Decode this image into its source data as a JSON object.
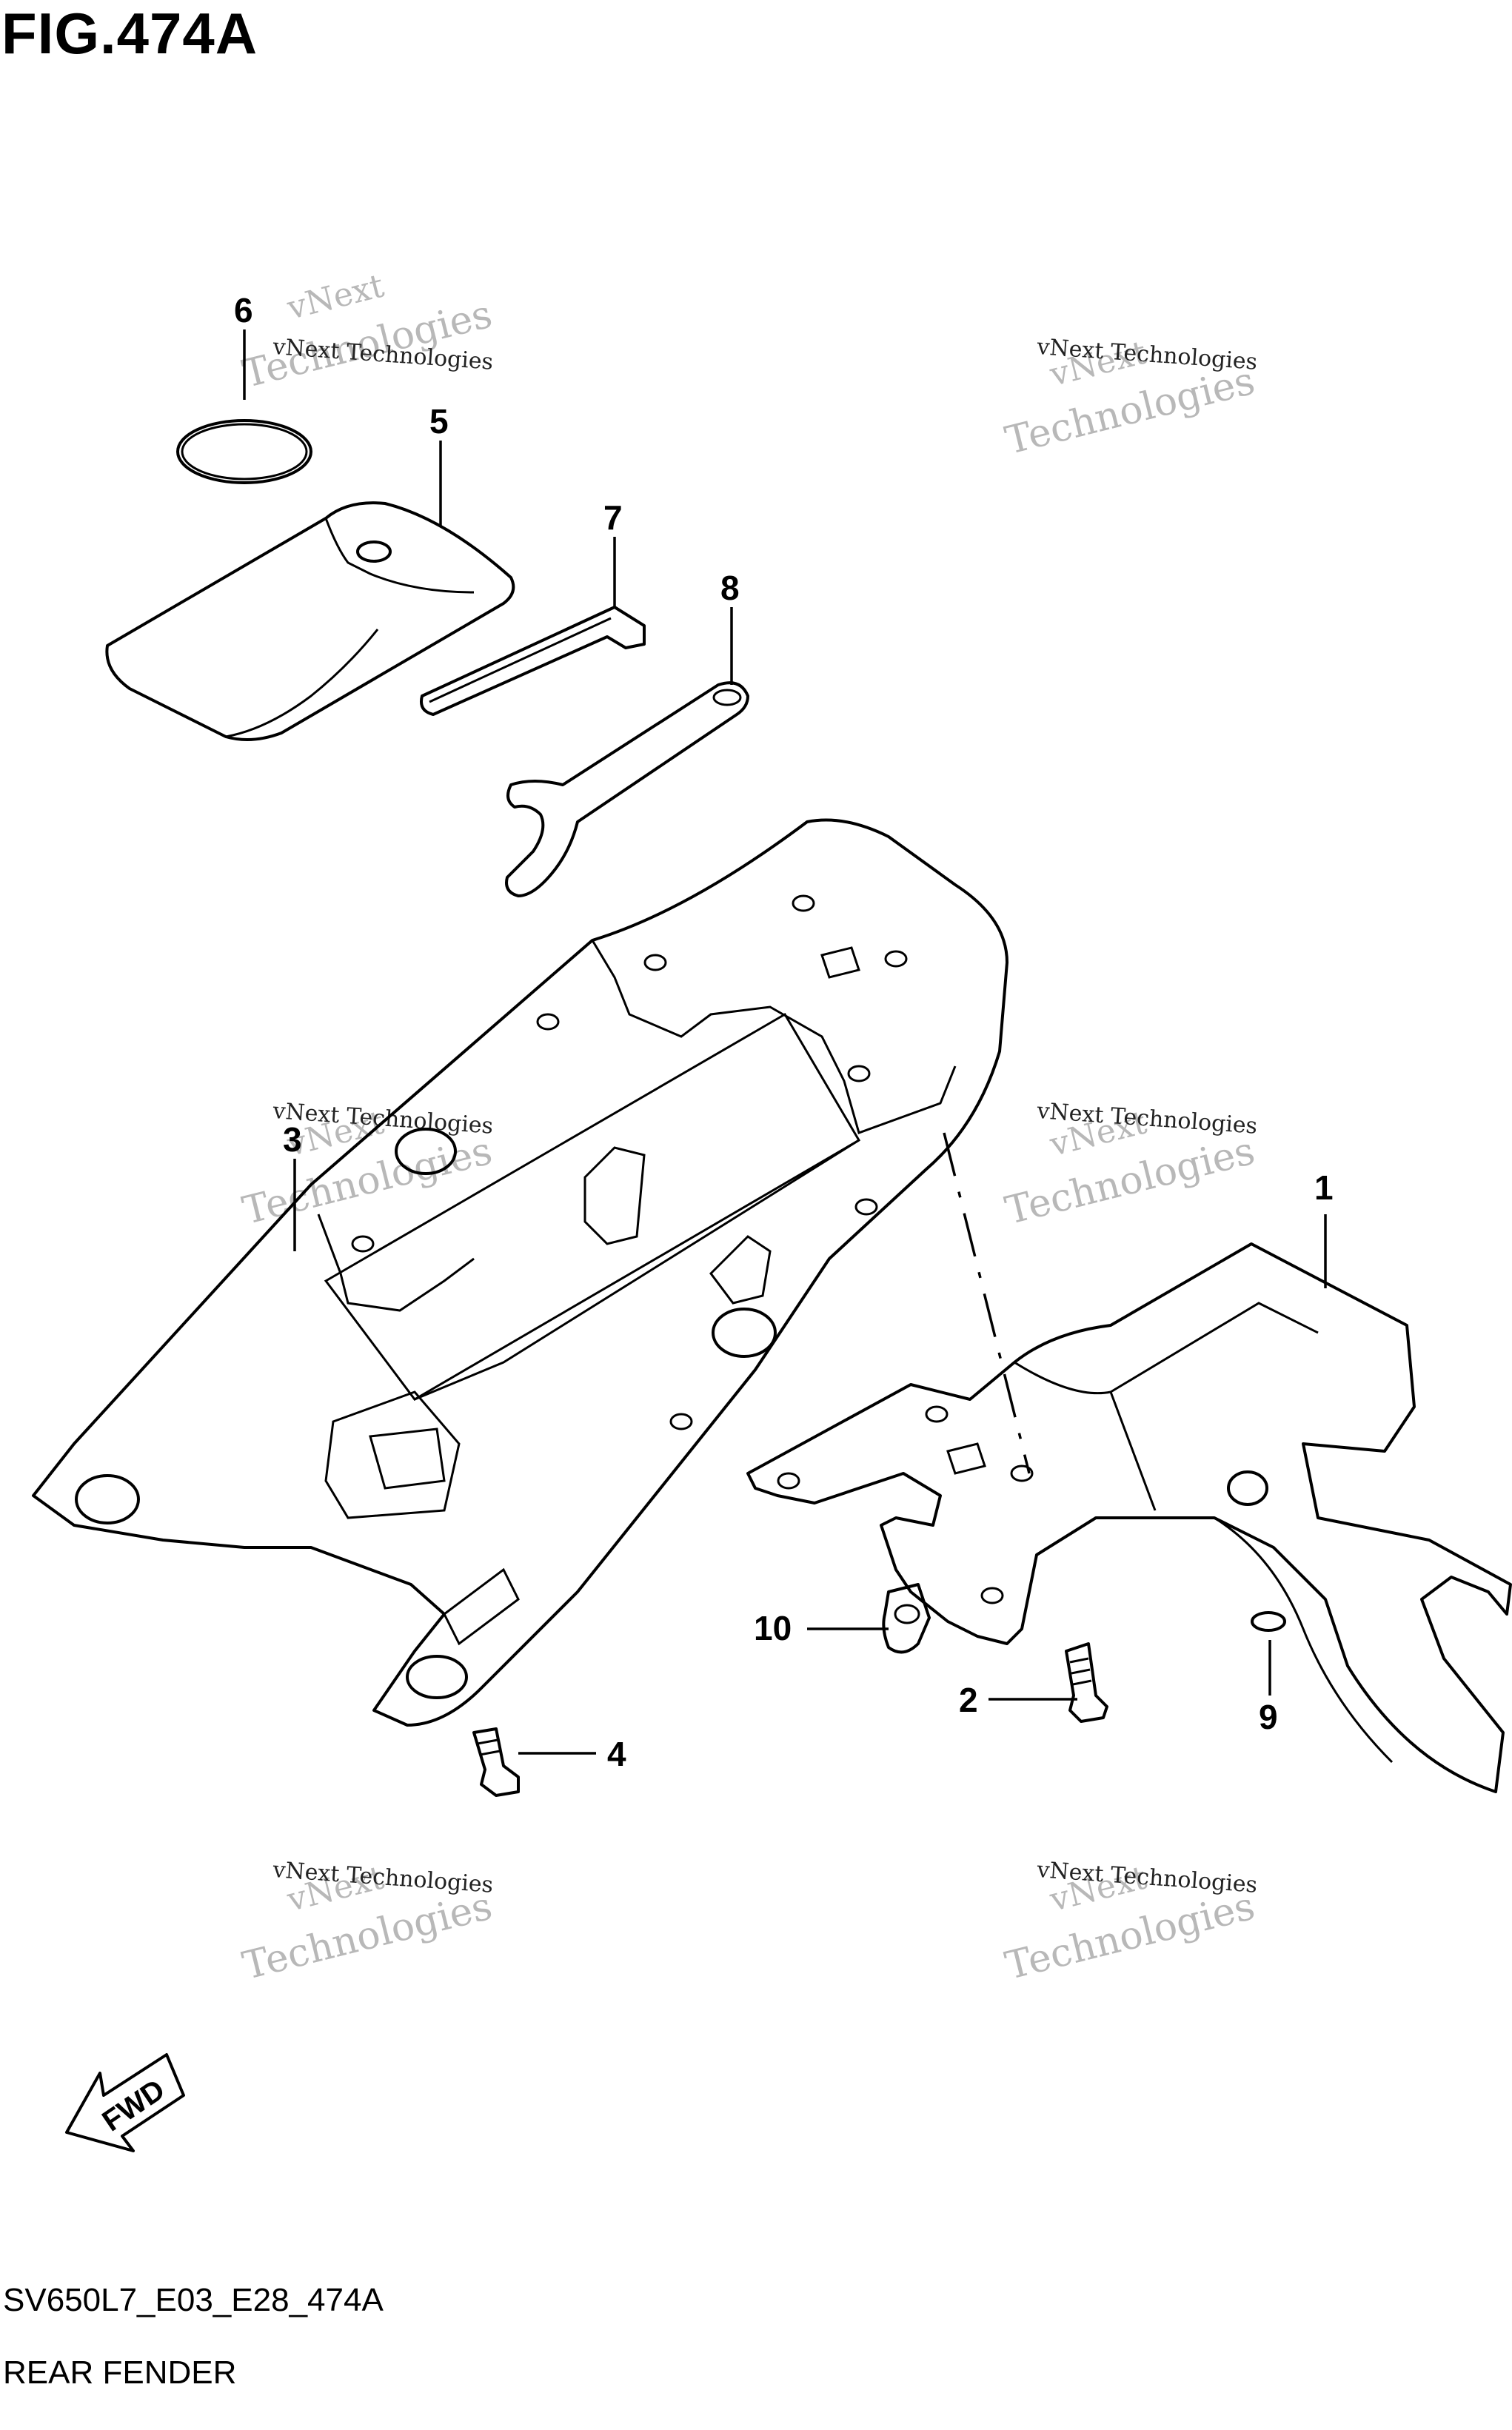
{
  "figure": {
    "title": "FIG.474A",
    "model_code": "SV650L7_E03_E28_474A",
    "caption": "REAR FENDER"
  },
  "callouts": [
    "1",
    "2",
    "3",
    "4",
    "5",
    "6",
    "7",
    "8",
    "9",
    "10"
  ],
  "watermark": {
    "line1": "vNext Technologies",
    "line2": "vNext",
    "line3": "Technologies"
  },
  "direction_label": "FWD"
}
